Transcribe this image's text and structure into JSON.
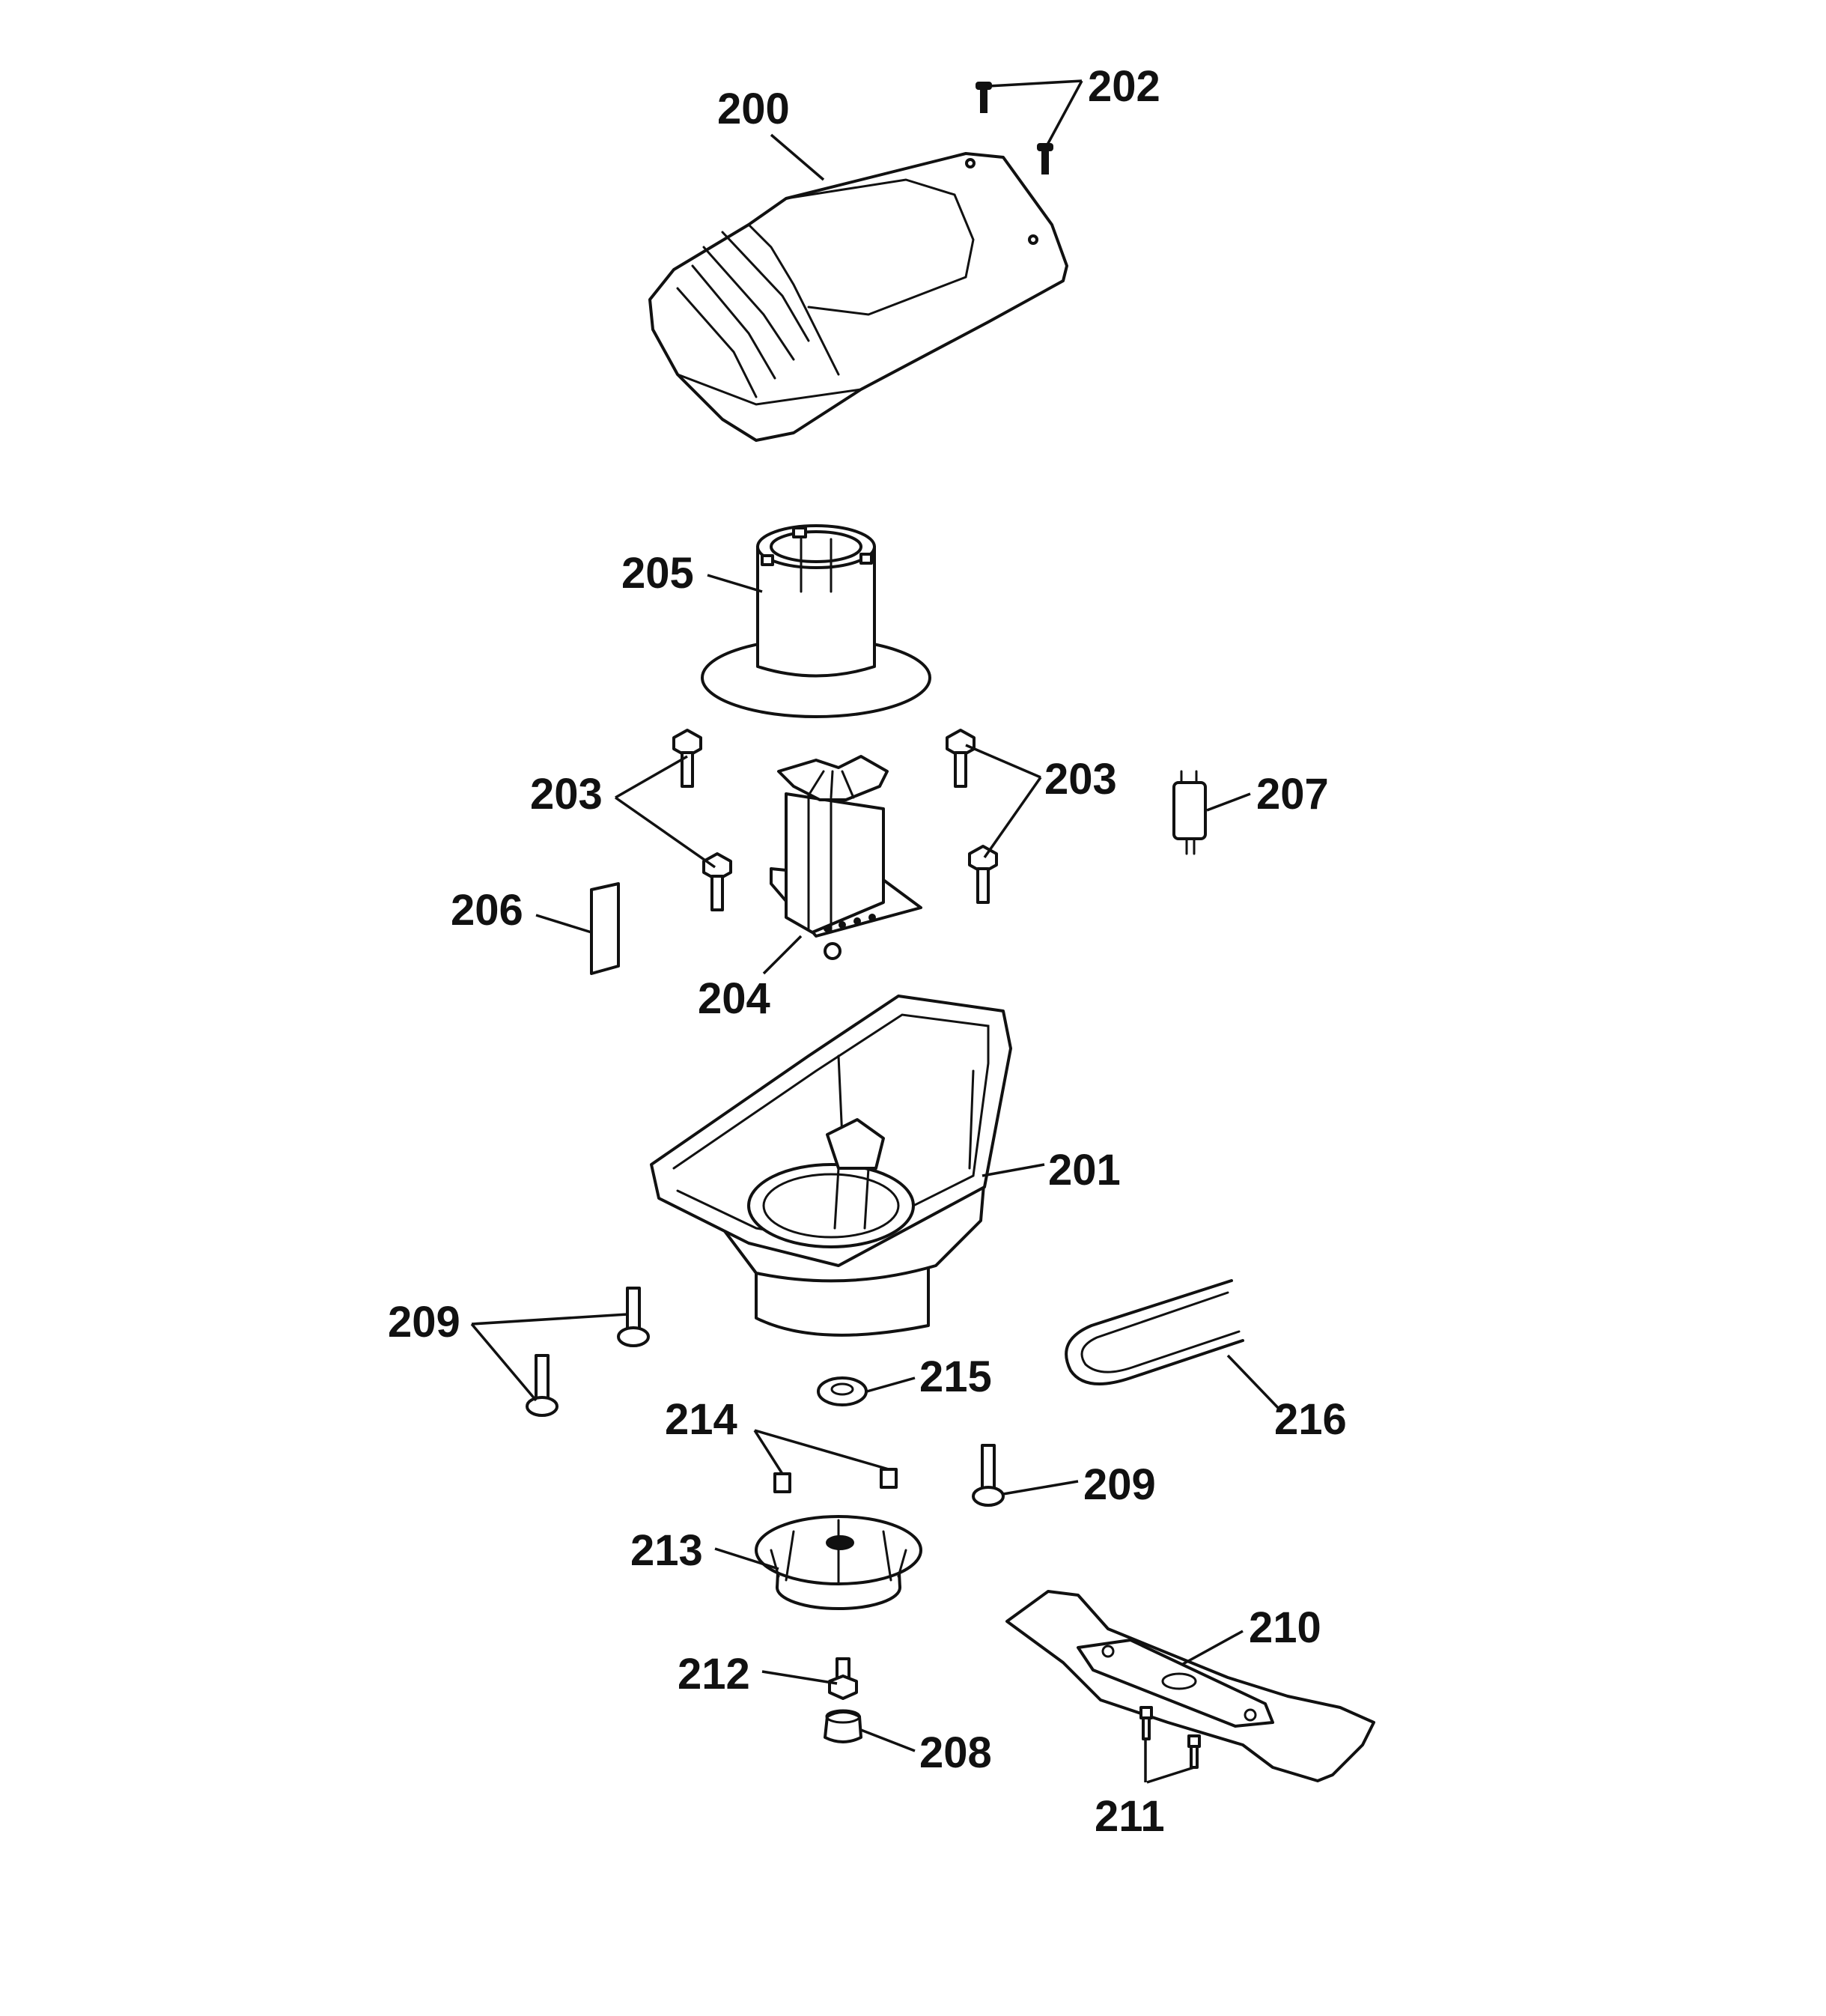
{
  "callouts": {
    "c200": "200",
    "c202": "202",
    "c205": "205",
    "c203a": "203",
    "c203b": "203",
    "c207": "207",
    "c206": "206",
    "c204": "204",
    "c201": "201",
    "c209a": "209",
    "c215": "215",
    "c216": "216",
    "c214": "214",
    "c209b": "209",
    "c213": "213",
    "c210": "210",
    "c212": "212",
    "c208": "208",
    "c211": "211"
  }
}
